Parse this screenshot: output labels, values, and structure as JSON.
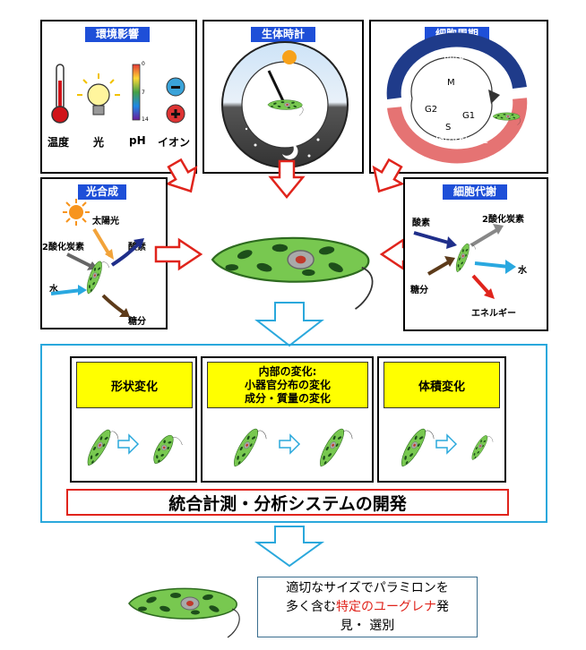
{
  "top_row": {
    "env": {
      "title": "環境影響",
      "labels": [
        "温度",
        "光",
        "pH",
        "イオン"
      ],
      "ph_scale": [
        "0",
        "7",
        "14"
      ]
    },
    "clock": {
      "title": "生体時計"
    },
    "cycle": {
      "title": "細胞周期",
      "mitosis": "Mitosis",
      "interphase": "Interphase",
      "phases": [
        "M",
        "G2",
        "G1",
        "S"
      ]
    }
  },
  "middle_row": {
    "photo": {
      "title": "光合成",
      "sunlight": "太陽光",
      "co2": "2酸化炭素",
      "o2": "酸素",
      "water": "水",
      "sugar": "糖分"
    },
    "metab": {
      "title": "細胞代謝",
      "o2": "酸素",
      "co2": "2酸化炭素",
      "water": "水",
      "sugar": "糖分",
      "energy": "エネルギー"
    }
  },
  "changes": {
    "shape": "形状変化",
    "internal_line1": "内部の変化:",
    "internal_line2": "小器官分布の変化",
    "internal_line3": "成分・質量の変化",
    "volume": "体積変化"
  },
  "system_title": "統合計測・分析システムの開発",
  "result": {
    "line1": "適切なサイズでパラミロンを",
    "line2a": "多く含む",
    "line2b": "特定のユーグレナ",
    "line2c": "発",
    "line3": "見・ 選別"
  },
  "colors": {
    "tag_blue": "#1e4fd8",
    "arrow_red": "#e0241c",
    "arrow_cyan": "#2aa8dc",
    "cell_green": "#6cc24a",
    "highlight_red": "#e0241c",
    "yellow": "#ffff00"
  }
}
